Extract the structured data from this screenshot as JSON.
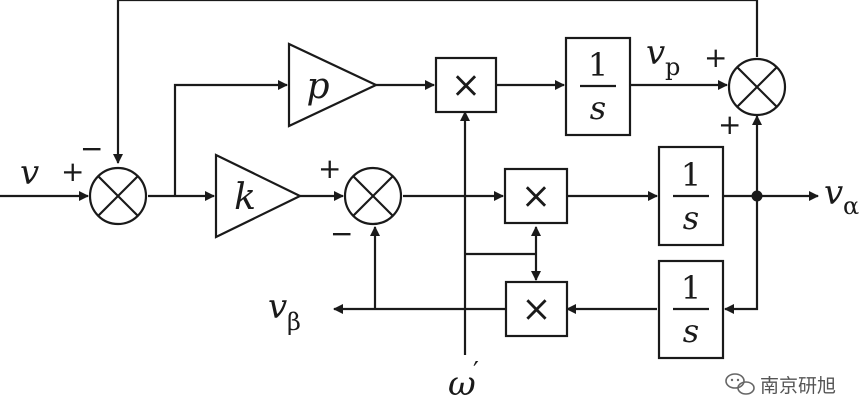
{
  "signals": {
    "input": "v",
    "out_alpha_main": "v",
    "out_alpha_sub": "α",
    "out_beta_main": "v",
    "out_beta_sub": "β",
    "vp_main": "v",
    "vp_sub": "p",
    "omega": "ω",
    "omega_prime": "′"
  },
  "gains": {
    "k": "k",
    "p": "p"
  },
  "integrator": {
    "numerator": "1",
    "denominator": "s"
  },
  "multiplier_symbol": "×",
  "signs": {
    "plus": "+",
    "minus": "−"
  },
  "watermark": {
    "text": "南京研旭",
    "icon": "wechat-icon"
  },
  "colors": {
    "line": "#1a1a1a",
    "background": "#ffffff"
  }
}
